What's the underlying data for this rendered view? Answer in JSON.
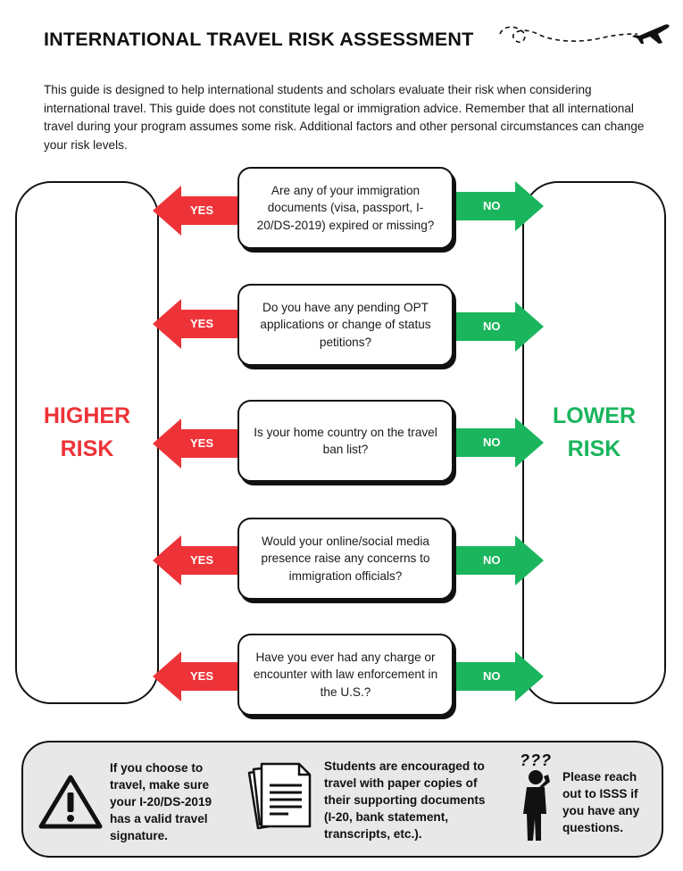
{
  "header": {
    "title": "INTERNATIONAL TRAVEL RISK ASSESSMENT",
    "intro": "This guide is designed to help international students and scholars evaluate their risk when considering international travel. This guide does not constitute legal or immigration advice. Remember that all international travel during your program assumes some risk. Additional factors and other personal circumstances can change your risk levels."
  },
  "higher_risk": {
    "line1": "HIGHER",
    "line2": "RISK",
    "color": "#ee3338"
  },
  "lower_risk": {
    "line1": "LOWER",
    "line2": "RISK",
    "color": "#1ab55c"
  },
  "questions": [
    {
      "text": "Are any of your immigration documents (visa, passport, I-20/DS-2019) expired or missing?",
      "yes": "YES",
      "no": "NO"
    },
    {
      "text": "Do you have any pending OPT applications or change of status petitions?",
      "yes": "YES",
      "no": "NO"
    },
    {
      "text": "Is your home country on the travel ban list?",
      "yes": "YES",
      "no": "NO"
    },
    {
      "text": "Would your online/social media presence raise any concerns to immigration officials?",
      "yes": "YES",
      "no": "NO"
    },
    {
      "text": "Have you ever had any charge or encounter with law enforcement in  the U.S.?",
      "yes": "YES",
      "no": "NO"
    }
  ],
  "footer": {
    "tip1": {
      "icon": "warning-icon",
      "text": "If you choose to travel, make sure your I-20/DS-2019 has a valid travel signature."
    },
    "tip2": {
      "icon": "documents-icon",
      "text": "Students are encouraged to travel with paper copies of their supporting documents (I-20, bank statement, transcripts, etc.)."
    },
    "tip3": {
      "icon": "confused-person-icon",
      "text": "Please reach out to ISSS if you have any questions.",
      "marks": "???"
    }
  },
  "colors": {
    "yes_arrow": "#ee3338",
    "no_arrow": "#1ab55c",
    "footer_bg": "#e8e8e8"
  }
}
